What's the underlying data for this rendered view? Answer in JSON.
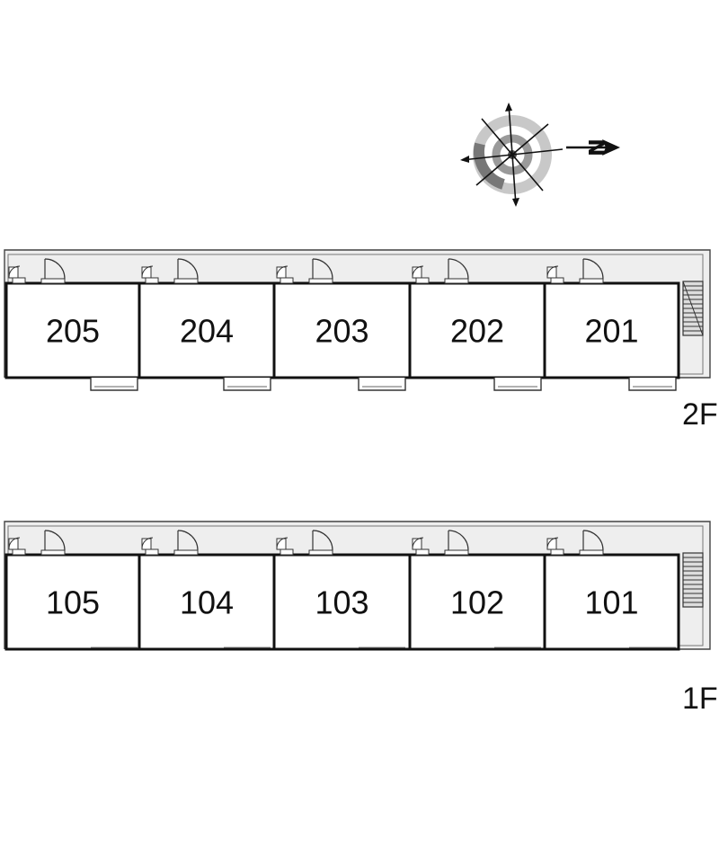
{
  "compass": {
    "icon": "compass-rose-icon",
    "north_letter": "N"
  },
  "floors": [
    {
      "label": "2F",
      "units": [
        "205",
        "204",
        "203",
        "202",
        "201"
      ],
      "balcony_style": "box"
    },
    {
      "label": "1F",
      "units": [
        "105",
        "104",
        "103",
        "102",
        "101"
      ],
      "balcony_style": "line"
    }
  ],
  "colors": {
    "corridor": "#eeeeee",
    "wall": "#111111",
    "stair": "#cccccc"
  }
}
